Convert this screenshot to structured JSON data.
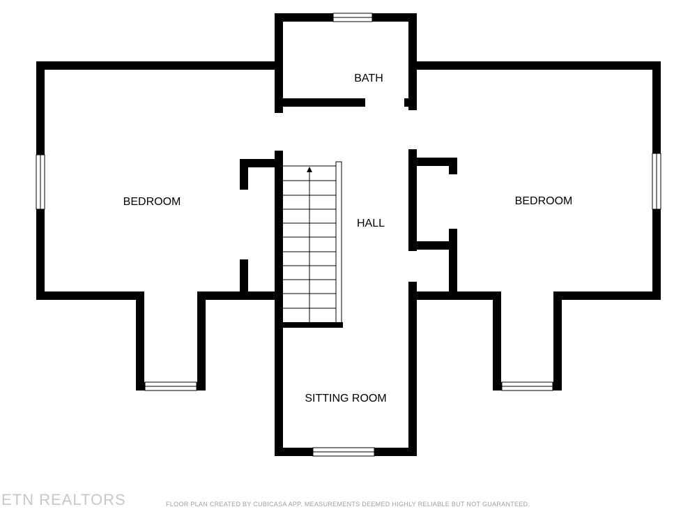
{
  "rooms": {
    "bath": "BATH",
    "bedroom_left": "BEDROOM",
    "hall": "HALL",
    "bedroom_right": "BEDROOM",
    "sitting_room": "SITTING ROOM"
  },
  "footer": {
    "brand": "ETN REALTORS",
    "disclaimer": "FLOOR PLAN CREATED BY CUBICASA APP. MEASUREMENTS DEEMED HIGHLY RELIABLE BUT NOT GUARANTEED."
  }
}
